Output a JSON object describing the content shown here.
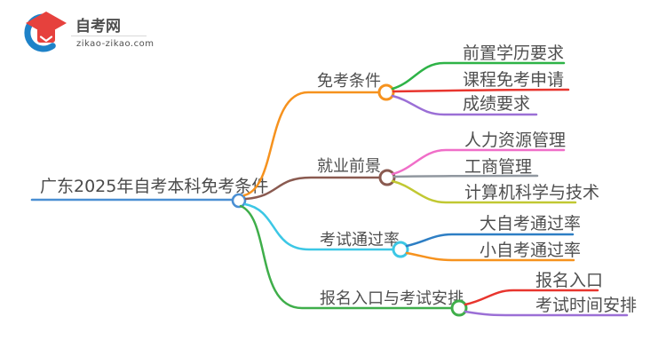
{
  "logo": {
    "title": "自考网",
    "subtitle": "zikao-zikao.com",
    "icon": "graduation-cap",
    "colors": {
      "arc": "#1e82c8",
      "cap": "#e6413d",
      "title": "#2b3340",
      "subtitle": "#8a9097",
      "divider": "#d9d9d9"
    }
  },
  "mindmap": {
    "root": {
      "label": "广东2025年自考本科免考条件",
      "color": "#4a8fd3"
    },
    "branches": [
      {
        "label": "免考条件",
        "color": "#f6921e",
        "children": [
          {
            "label": "前置学历要求",
            "color": "#2eb347"
          },
          {
            "label": "课程免考申请",
            "color": "#e8352e"
          },
          {
            "label": "成绩要求",
            "color": "#9b6fd6"
          }
        ]
      },
      {
        "label": "就业前景",
        "color": "#8a5a50",
        "children": [
          {
            "label": "人力资源管理",
            "color": "#f06ec8"
          },
          {
            "label": "工商管理",
            "color": "#90979f"
          },
          {
            "label": "计算机科学与技术",
            "color": "#c1c832"
          }
        ]
      },
      {
        "label": "考试通过率",
        "color": "#3cc7e5",
        "children": [
          {
            "label": "大自考通过率",
            "color": "#2d7ec4"
          },
          {
            "label": "小自考通过率",
            "color": "#f6921e"
          }
        ]
      },
      {
        "label": "报名入口与考试安排",
        "color": "#3fae4a",
        "children": [
          {
            "label": "报名入口",
            "color": "#e8352e"
          },
          {
            "label": "考试时间安排",
            "color": "#9b6fd6"
          }
        ]
      }
    ]
  }
}
